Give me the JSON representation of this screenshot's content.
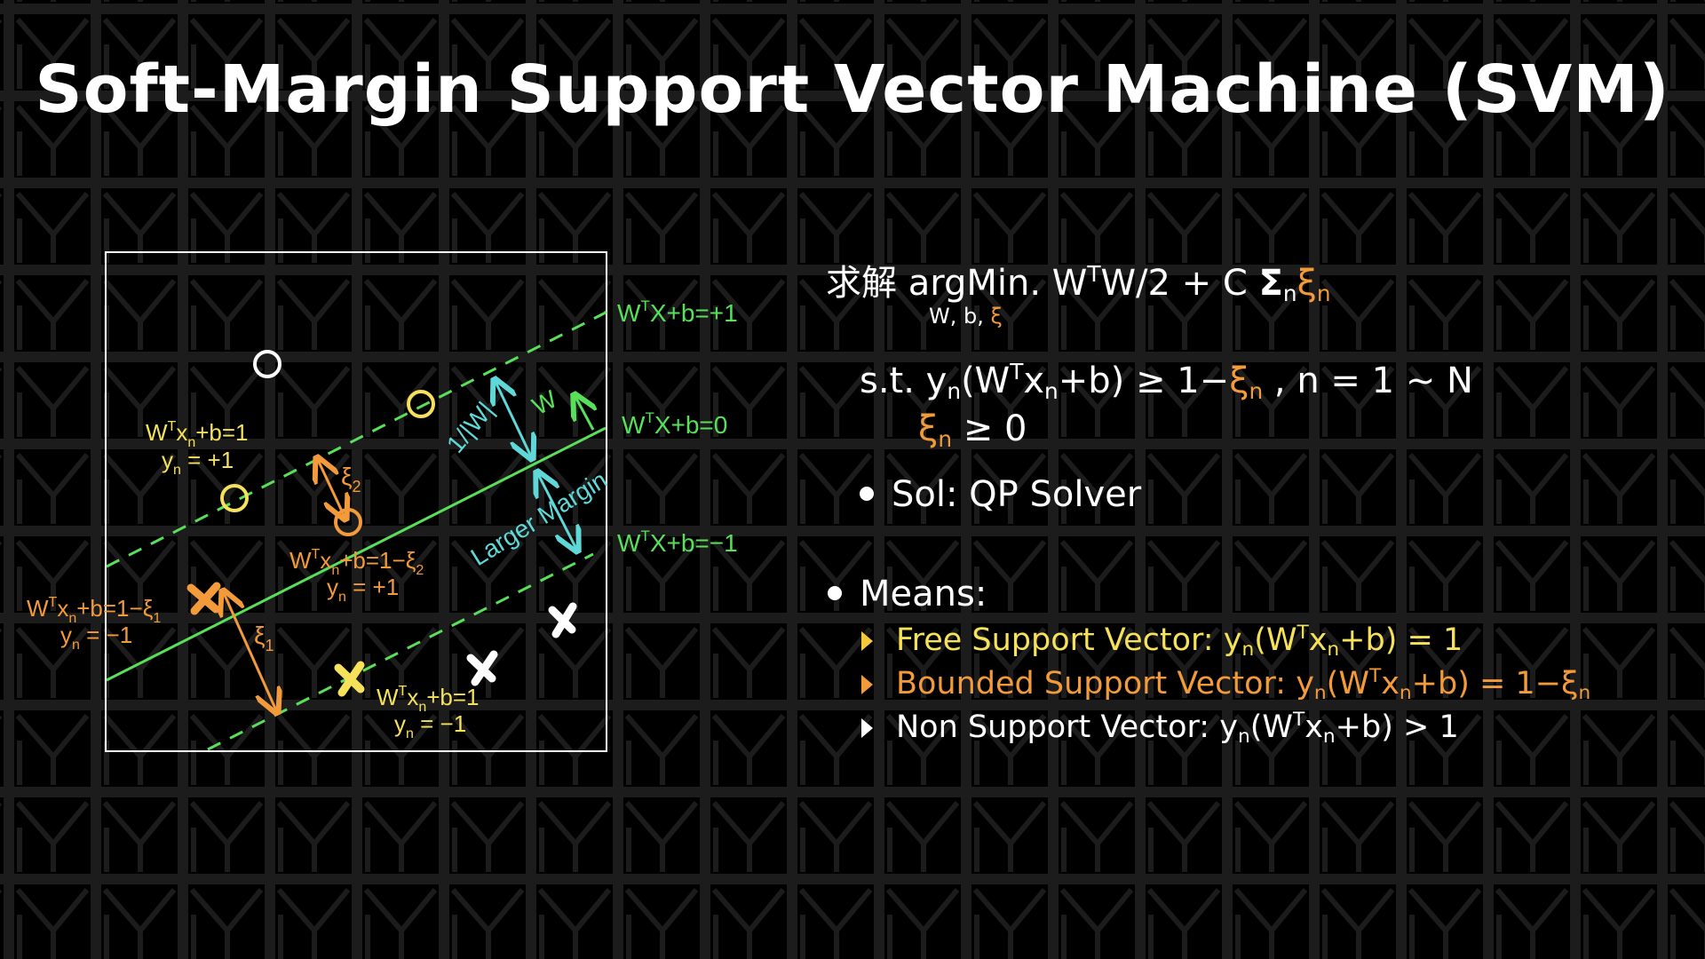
{
  "title": "Soft-Margin Support Vector Machine (SVM)",
  "colors": {
    "background": "#000000",
    "frame": "#ffffff",
    "hyperplane": "#59e05a",
    "margin_arrow": "#5fd8d8",
    "bounded": "#f39a3a",
    "free": "#f5e15a",
    "text": "#ffffff"
  },
  "diagram": {
    "hyperplane_labels": {
      "plus": {
        "w": "W",
        "t": "T",
        "rest": "X+b=+1"
      },
      "zero": {
        "w": "W",
        "t": "T",
        "rest": "X+b=0"
      },
      "minus": {
        "w": "W",
        "t": "T",
        "rest": "X+b=−1"
      }
    },
    "arrow_labels": {
      "inv_norm": "1/|W|",
      "w": "W",
      "larger_margin": "Larger Margin",
      "xi": "ξ",
      "xi2_sub": "2",
      "xi1_sub": "1"
    },
    "annot_pos_free": {
      "a": "W",
      "t": "T",
      "b": "x",
      "n": "n",
      "c": "+b=1",
      "y": "y",
      "yn": "n",
      "yv": " = +1"
    },
    "annot_pos_bounded": {
      "a": "W",
      "t": "T",
      "b": "x",
      "n": "n",
      "c": "+b=1−ξ",
      "s": "2",
      "y": "y",
      "yn": "n",
      "yv": " = +1"
    },
    "annot_neg_bounded": {
      "a": "W",
      "t": "T",
      "b": "x",
      "n": "n",
      "c": "+b=1−ξ",
      "s": "1",
      "y": "y",
      "yn": "n",
      "yv": " = −1"
    },
    "annot_neg_free": {
      "a": "W",
      "t": "T",
      "b": "x",
      "n": "n",
      "c": "+b=1",
      "y": "y",
      "yn": "n",
      "yv": " = −1"
    }
  },
  "formulas": {
    "objective": {
      "prefix": "求解 argMin. W",
      "t": "T",
      "mid": "W/2 + C ",
      "sigma": "Σ",
      "n": "n",
      "xi": "ξ",
      "xi_n": "n",
      "under": "W, b, ",
      "under_xi": "ξ"
    },
    "constraint1": {
      "st": "s.t. y",
      "n1": "n",
      "a": "(W",
      "t": "T",
      "x": "x",
      "n2": "n",
      "b": "+b) ≥ 1−",
      "xi": "ξ",
      "n3": "n",
      "c": " , n = 1 ~ N"
    },
    "constraint2": {
      "xi": "ξ",
      "n": "n",
      "rest": " ≥ 0"
    },
    "sol": "Sol: QP Solver",
    "means": "Means:",
    "items": [
      {
        "label": "Free Support Vector: y",
        "n1": "n",
        "a": "(W",
        "t": "T",
        "x": "x",
        "n2": "n",
        "b": "+b) = 1"
      },
      {
        "label": "Bounded Support Vector: y",
        "n1": "n",
        "a": "(W",
        "t": "T",
        "x": "x",
        "n2": "n",
        "b": "+b) = 1−ξ",
        "n3": "n"
      },
      {
        "label": "Non Support Vector: y",
        "n1": "n",
        "a": "(W",
        "t": "T",
        "x": "x",
        "n2": "n",
        "b": "+b) > 1"
      }
    ]
  }
}
